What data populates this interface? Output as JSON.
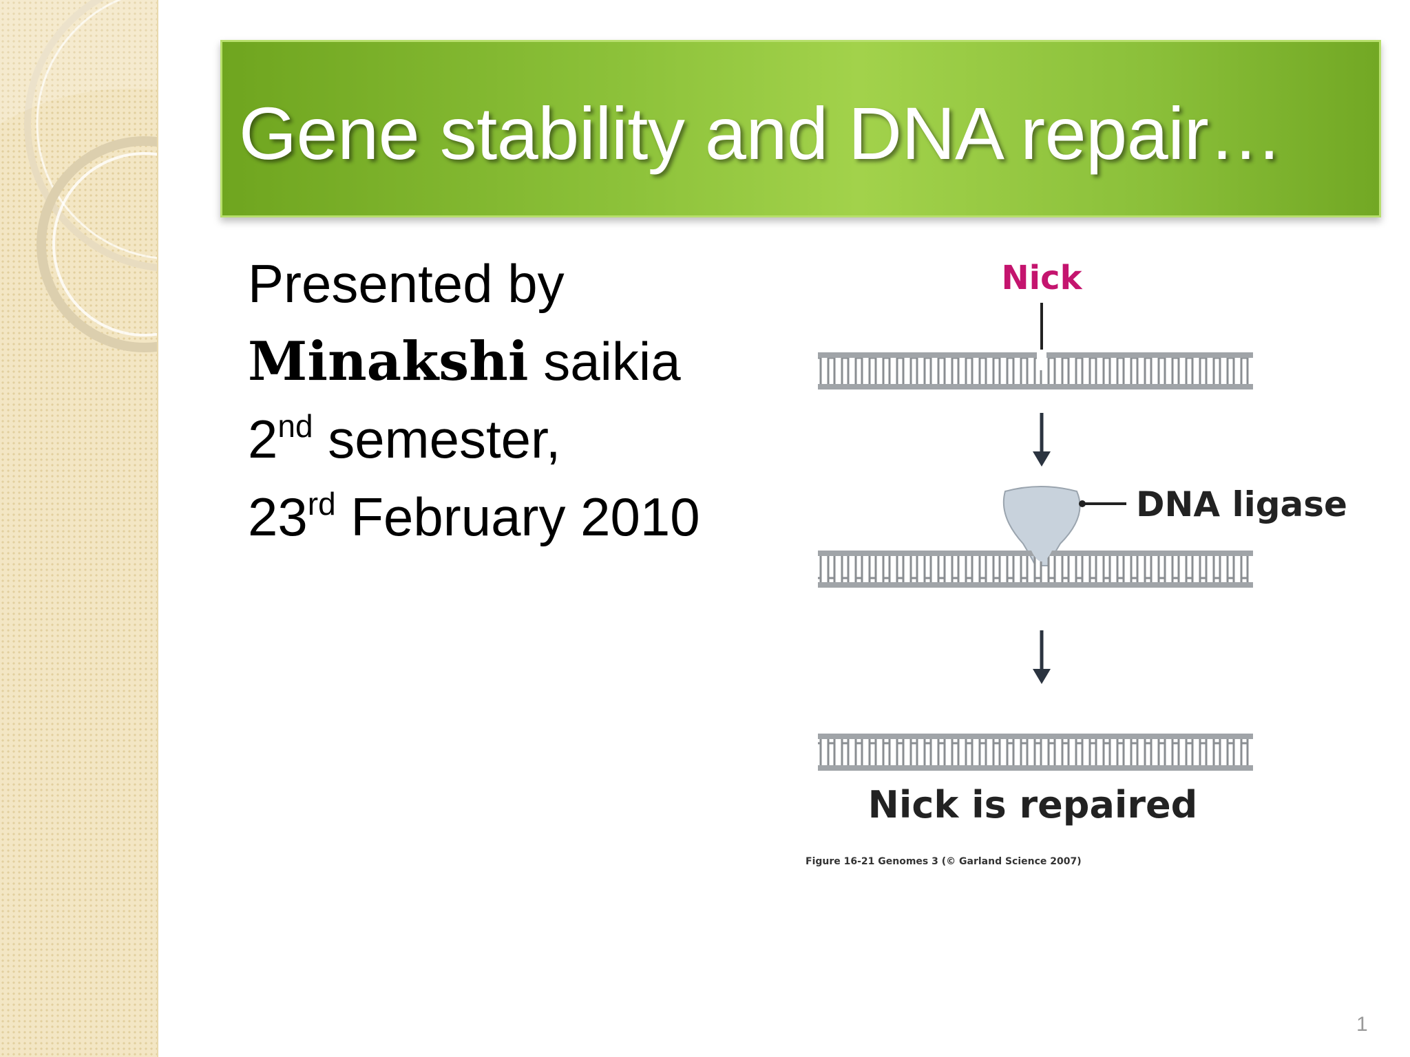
{
  "slide": {
    "title": "Gene stability and DNA repair…",
    "number": "1"
  },
  "body": {
    "presented_by": "Presented by",
    "name_bold": "Minakshi",
    "name_rest": " saikia",
    "semester_num": "2",
    "semester_sup": "nd",
    "semester_rest": " semester,",
    "date_num": "23",
    "date_sup": "rd",
    "date_rest": " February 2010"
  },
  "figure": {
    "nick_label": "Nick",
    "ligase_label": "DNA ligase",
    "repaired_label": "Nick is repaired",
    "caption": "Figure 16-21 Genomes 3 (© Garland Science 2007)"
  },
  "colors": {
    "title_green": "#8dc23a",
    "nick_magenta": "#c4146e",
    "dna_gray": "#a0a4a8",
    "ligase_blue": "#c8d2dc"
  }
}
